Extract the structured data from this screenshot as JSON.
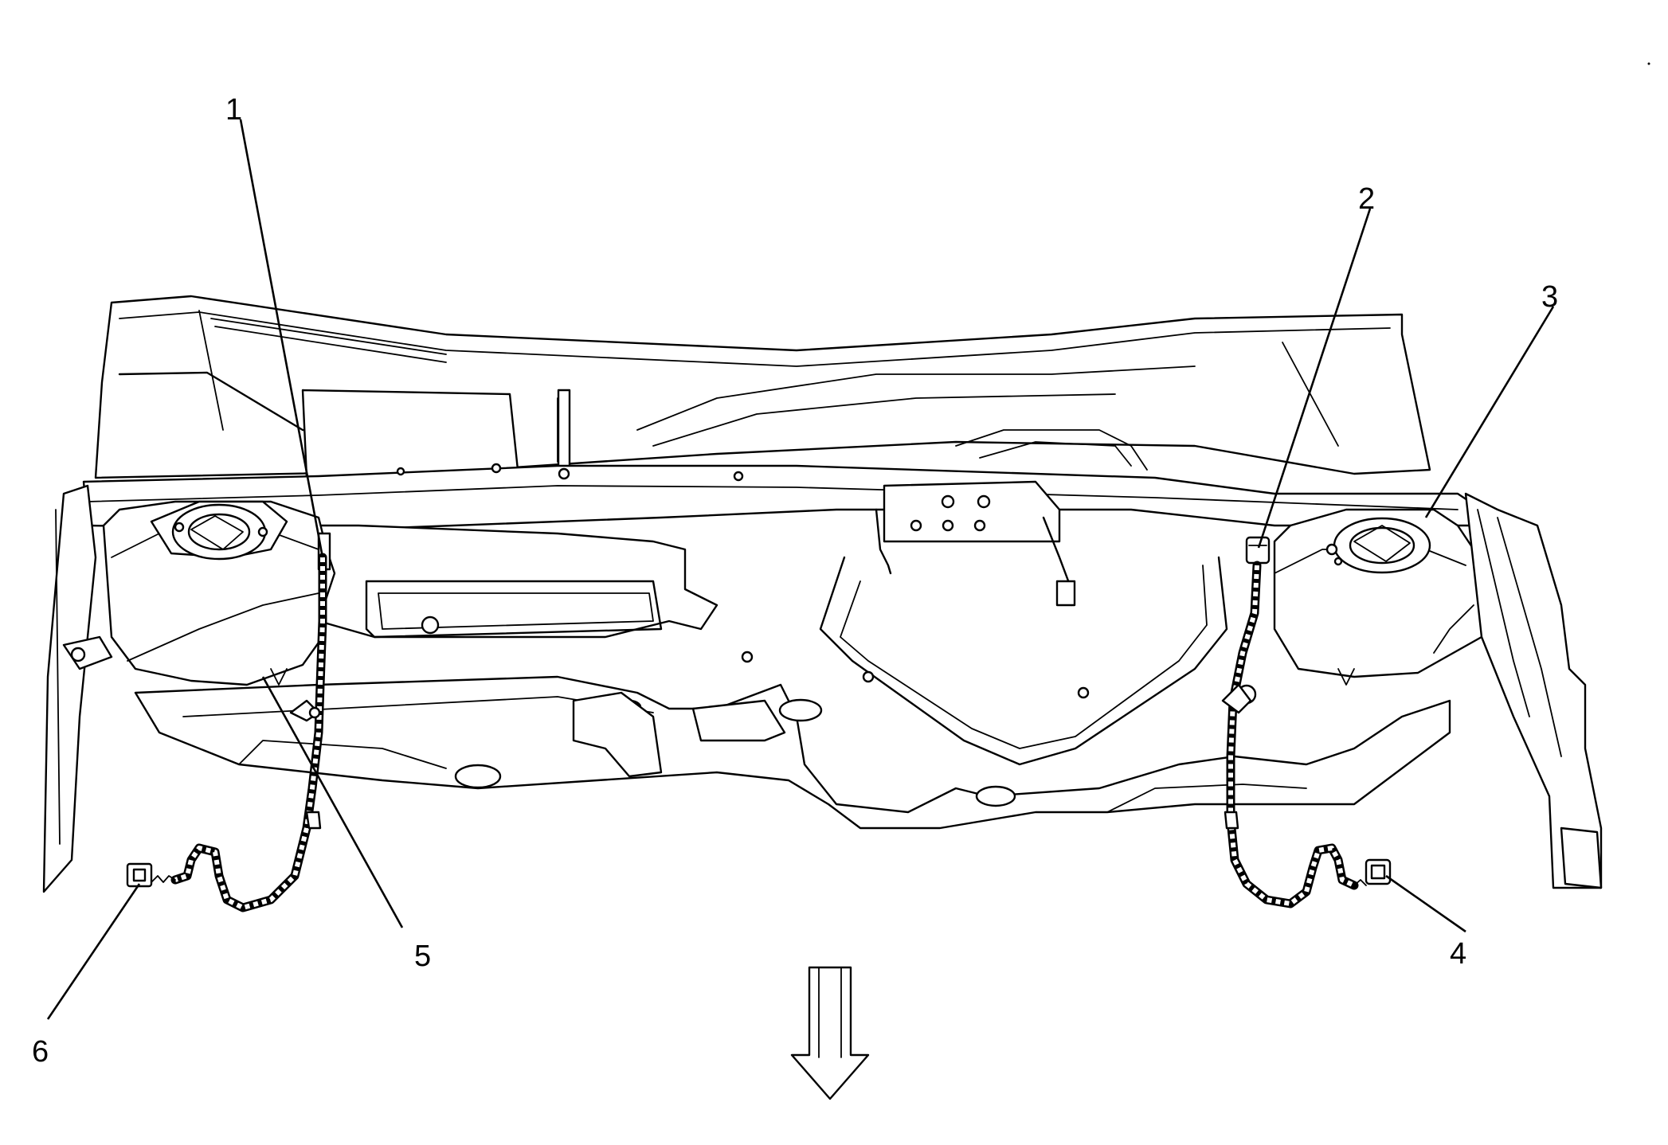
{
  "callouts": [
    {
      "id": "1",
      "label": "1"
    },
    {
      "id": "2",
      "label": "2"
    },
    {
      "id": "3",
      "label": "3"
    },
    {
      "id": "4",
      "label": "4"
    },
    {
      "id": "5",
      "label": "5"
    },
    {
      "id": "6",
      "label": "6"
    }
  ],
  "icons": {
    "direction_arrow": "down-arrow-icon"
  }
}
